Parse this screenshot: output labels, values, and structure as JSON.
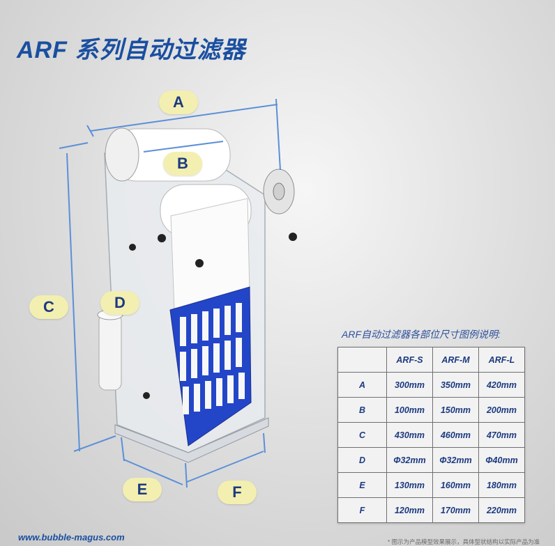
{
  "title": "ARF 系列自动过滤器",
  "labels": {
    "a": "A",
    "b": "B",
    "c": "C",
    "d": "D",
    "e": "E",
    "f": "F"
  },
  "table": {
    "caption": "ARF自动过滤器各部位尺寸图例说明:",
    "headers": [
      "",
      "ARF-S",
      "ARF-M",
      "ARF-L"
    ],
    "rows": [
      [
        "A",
        "300mm",
        "350mm",
        "420mm"
      ],
      [
        "B",
        "100mm",
        "150mm",
        "200mm"
      ],
      [
        "C",
        "430mm",
        "460mm",
        "470mm"
      ],
      [
        "D",
        "Φ32mm",
        "Φ32mm",
        "Φ40mm"
      ],
      [
        "E",
        "130mm",
        "160mm",
        "180mm"
      ],
      [
        "F",
        "120mm",
        "170mm",
        "220mm"
      ]
    ]
  },
  "website": "www.bubble-magus.com",
  "note": "* 图示为产品模型效果展示，具体型状结构以实际产品为准",
  "colors": {
    "title": "#1a4fa0",
    "dimension_line": "#5b8fd8",
    "badge": "#f3efb0",
    "filter_blue": "#2346c8"
  }
}
